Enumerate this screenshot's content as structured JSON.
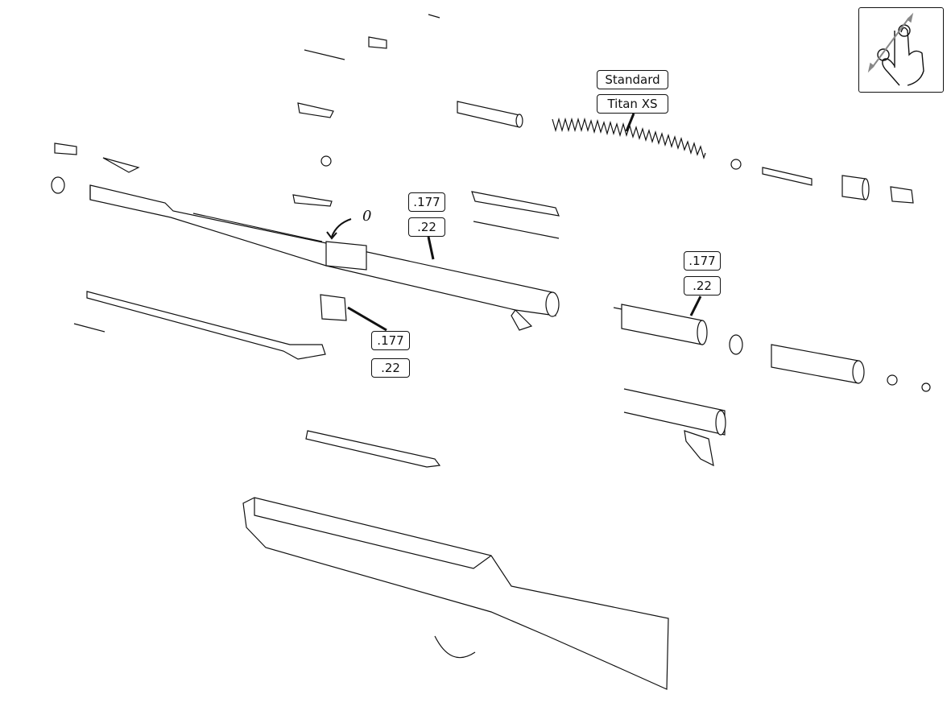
{
  "callouts": {
    "spring": {
      "option_1": "Standard",
      "option_2": "Titan XS"
    },
    "barrel": {
      "option_1": ".177",
      "option_2": ".22"
    },
    "piston": {
      "option_1": ".177",
      "option_2": ".22"
    },
    "breech_block": {
      "option_1": ".177",
      "option_2": ".22"
    }
  },
  "annotation": {
    "zero_mark": "0"
  },
  "icons": {
    "gesture": "pinch-zoom-icon"
  },
  "colors": {
    "line": "#111111",
    "background": "#ffffff"
  }
}
